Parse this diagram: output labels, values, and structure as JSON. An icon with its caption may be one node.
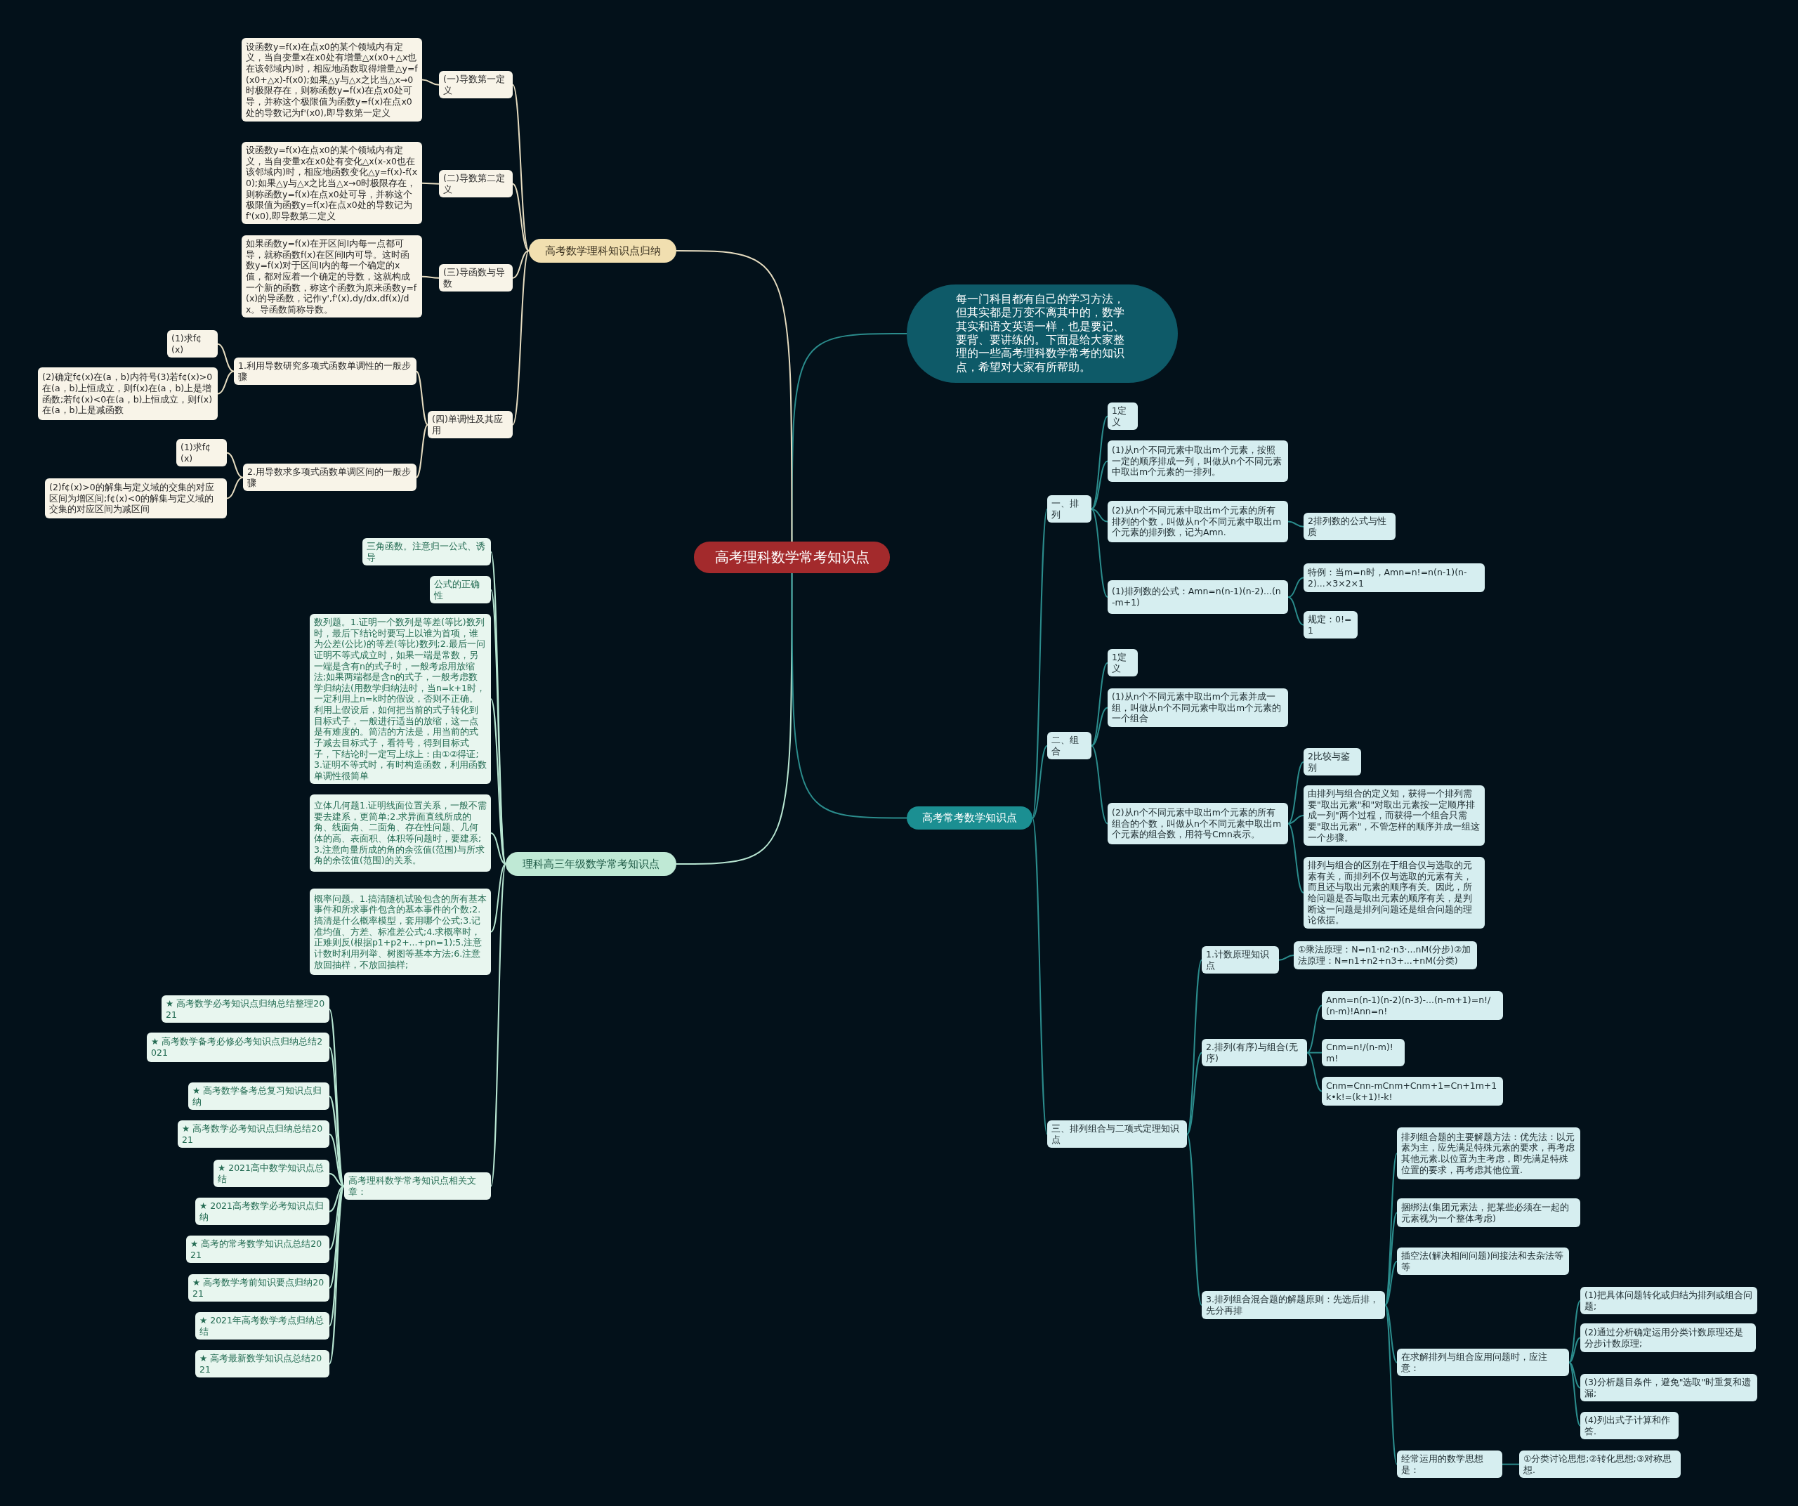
{
  "diagram": {
    "nodes": [
      {
        "text": [
          "高考理科数学常考知识点"
        ]
      },
      {
        "text": [
          "每一门科目都有自己的学习方法，但其实都是万变不离其中的，数学其实和语文英语一样，也是要记、要背、要讲练的。下面是给大家整理的一些高考理科数学常考的知识点，希望对大家有所帮助。"
        ]
      },
      {
        "text": [
          "高考数学理科知识点归纳"
        ]
      },
      {
        "text": [
          "(一)导数第一定义"
        ]
      },
      {
        "text": [
          "设函数y=f(x)在点x0的某个领域内有定义，当自变量x在x0处有增量△x(x0+△x也在该邻域内)时，相应地函数取得增量△y=f(x0+△x)-f(x0);如果△y与△x之比当△x→0时极限存在，则称函数y=f(x)在点x0处可导，并称这个极限值为函数y=f(x)在点x0处的导数记为f'(x0),即导数第一定义"
        ]
      },
      {
        "text": [
          "(二)导数第二定义"
        ]
      },
      {
        "text": [
          "设函数y=f(x)在点x0的某个领域内有定义，当自变量x在x0处有变化△x(x-x0也在该邻域内)时，相应地函数变化△y=f(x)-f(x0);如果△y与△x之比当△x→0时极限存在，则称函数y=f(x)在点x0处可导，并称这个极限值为函数y=f(x)在点x0处的导数记为f'(x0),即导数第二定义"
        ]
      },
      {
        "text": [
          "(三)导函数与导数"
        ]
      },
      {
        "text": [
          "如果函数y=f(x)在开区间I内每一点都可导，就称函数f(x)在区间I内可导。这时函数y=f(x)对于区间I内的每一个确定的x值，都对应着一个确定的导数，这就构成一个新的函数，称这个函数为原来函数y=f(x)的导函数，记作y',f'(x),dy/dx,df(x)/dx。导函数简称导数。"
        ]
      },
      {
        "text": [
          "(四)单调性及其应用"
        ]
      },
      {
        "text": [
          "1.利用导数研究多项式函数单调性的一般步骤"
        ]
      },
      {
        "text": [
          "(1)求f¢(x)"
        ]
      },
      {
        "text": [
          "(2)确定f¢(x)在(a，b)内符号(3)若f¢(x)>0在(a，b)上恒成立，则f(x)在(a，b)上是增函数;若f¢(x)<0在(a，b)上恒成立，则f(x)在(a，b)上是减函数"
        ]
      },
      {
        "text": [
          "2.用导数求多项式函数单调区间的一般步骤"
        ]
      },
      {
        "text": [
          "(1)求f¢(x)"
        ]
      },
      {
        "text": [
          "(2)f¢(x)>0的解集与定义域的交集的对应区间为增区间;f¢(x)<0的解集与定义域的交集的对应区间为减区间"
        ]
      },
      {
        "text": [
          "理科高三年级数学常考知识点"
        ]
      },
      {
        "text": [
          "三角函数。注意归一公式、诱导"
        ]
      },
      {
        "text": [
          "公式的正确性"
        ]
      },
      {
        "text": [
          "数列题。1.证明一个数列是等差(等比)数列时，最后下结论时要写上以谁为首项，谁为公差(公比)的等差(等比)数列;2.最后一问证明不等式成立时，如果一端是常数，另一端是含有n的式子时，一般考虑用放缩法;如果两端都是含n的式子，一般考虑数学归纳法(用数学归纳法时，当n=k+1时，一定利用上n=k时的假设，否则不正确。利用上假设后，如何把当前的式子转化到目标式子，一般进行适当的放缩，这一点是有难度的。简洁的方法是，用当前的式子减去目标式子，看符号，得到目标式子，下结论时一定写上综上：由①②得证;3.证明不等式时，有时构造函数，利用函数单调性很简单"
        ]
      },
      {
        "text": [
          "立体几何题1.证明线面位置关系，一般不需要去建系，更简单;2.求异面直线所成的角、线面角、二面角、存在性问题、几何体的高、表面积、体积等问题时，要建系;3.注意向量所成的角的余弦值(范围)与所求角的余弦值(范围)的关系。"
        ]
      },
      {
        "text": [
          "概率问题。1.搞清随机试验包含的所有基本事件和所求事件包含的基本事件的个数;2.搞清是什么概率模型，套用哪个公式;3.记准均值、方差、标准差公式;4.求概率时，正难则反(根据p1+p2+...+pn=1);5.注意计数时利用列举、树图等基本方法;6.注意放回抽样，不放回抽样;"
        ]
      },
      {
        "text": [
          "高考理科数学常考知识点相关文章："
        ]
      },
      {
        "text": [
          "★ 高考数学必考知识点归纳总结整理2021"
        ]
      },
      {
        "text": [
          "★ 高考数学备考必修必考知识点归纳总结2021"
        ]
      },
      {
        "text": [
          "★ 高考数学备考总复习知识点归纳"
        ]
      },
      {
        "text": [
          "★ 高考数学必考知识点归纳总结2021"
        ]
      },
      {
        "text": [
          "★ 2021高中数学知识点总结"
        ]
      },
      {
        "text": [
          "★ 2021高考数学必考知识点归纳"
        ]
      },
      {
        "text": [
          "★ 高考的常考数学知识点总结2021"
        ]
      },
      {
        "text": [
          "★ 高考数学考前知识要点归纳2021"
        ]
      },
      {
        "text": [
          "★ 2021年高考数学考点归纳总结"
        ]
      },
      {
        "text": [
          "★ 高考最新数学知识点总结2021"
        ]
      },
      {
        "text": [
          "高考常考数学知识点"
        ]
      },
      {
        "text": [
          "一、排列"
        ]
      },
      {
        "text": [
          "1定义"
        ]
      },
      {
        "text": [
          "(1)从n个不同元素中取出m个元素，按照一定的顺序排成一列，叫做从n个不同元素中取出m个元素的一排列。"
        ]
      },
      {
        "text": [
          "(2)从n个不同元素中取出m个元素的所有排列的个数，叫做从n个不同元素中取出m个元素的排列数，记为Amn."
        ]
      },
      {
        "text": [
          "2排列数的公式与性质"
        ]
      },
      {
        "text": [
          "(1)排列数的公式：Amn=n(n-1)(n-2)...(n-m+1)"
        ]
      },
      {
        "text": [
          "特例：当m=n时，Amn=n!=n(n-1)(n-2)...×3×2×1"
        ]
      },
      {
        "text": [
          "规定：0!=1"
        ]
      },
      {
        "text": [
          "二、组合"
        ]
      },
      {
        "text": [
          "1定义"
        ]
      },
      {
        "text": [
          "(1)从n个不同元素中取出m个元素并成一组，叫做从n个不同元素中取出m个元素的一个组合"
        ]
      },
      {
        "text": [
          "(2)从n个不同元素中取出m个元素的所有组合的个数，叫做从n个不同元素中取出m个元素的组合数，用符号Cmn表示。"
        ]
      },
      {
        "text": [
          "2比较与鉴别"
        ]
      },
      {
        "text": [
          "由排列与组合的定义知，获得一个排列需要\"取出元素\"和\"对取出元素按一定顺序排成一列\"两个过程，而获得一个组合只需要\"取出元素\"，不管怎样的顺序并成一组这一个步骤。"
        ]
      },
      {
        "text": [
          "排列与组合的区别在于组合仅与选取的元素有关，而排列不仅与选取的元素有关，而且还与取出元素的顺序有关。因此，所给问题是否与取出元素的顺序有关，是判断这一问题是排列问题还是组合问题的理论依据。"
        ]
      },
      {
        "text": [
          "三、排列组合与二项式定理知识点"
        ]
      },
      {
        "text": [
          "1.计数原理知识点"
        ]
      },
      {
        "text": [
          "①乘法原理：N=n1·n2·n3·...nM(分步)②加法原理：N=n1+n2+n3+...+nM(分类)"
        ]
      },
      {
        "text": [
          "2.排列(有序)与组合(无序)"
        ]
      },
      {
        "text": [
          "Anm=n(n-1)(n-2)(n-3)-...(n-m+1)=n!/(n-m)!Ann=n!"
        ]
      },
      {
        "text": [
          "Cnm=n!/(n-m)!m!"
        ]
      },
      {
        "text": [
          "Cnm=Cnn-mCnm+Cnm+1=Cn+1m+1k•k!=(k+1)!-k!"
        ]
      },
      {
        "text": [
          "3.排列组合混合题的解题原则：先选后排，先分再排"
        ]
      },
      {
        "text": [
          "排列组合题的主要解题方法：优先法：以元素为主，应先满足特殊元素的要求，再考虑其他元素.以位置为主考虑，即先满足特殊位置的要求，再考虑其他位置."
        ]
      },
      {
        "text": [
          "捆绑法(集团元素法，把某些必须在一起的元素视为一个整体考虑)"
        ]
      },
      {
        "text": [
          "插空法(解决相间问题)间接法和去杂法等等"
        ]
      },
      {
        "text": [
          "在求解排列与组合应用问题时，应注意："
        ]
      },
      {
        "text": [
          "(1)把具体问题转化或归结为排列或组合问题;"
        ]
      },
      {
        "text": [
          "(2)通过分析确定运用分类计数原理还是分步计数原理;"
        ]
      },
      {
        "text": [
          "(3)分析题目条件，避免\"选取\"时重复和遗漏;"
        ]
      },
      {
        "text": [
          "(4)列出式子计算和作答."
        ]
      },
      {
        "text": [
          "经常运用的数学思想是："
        ]
      },
      {
        "text": [
          "①分类讨论思想;②转化思想;③对称思想."
        ]
      }
    ],
    "edges": [
      {
        "from": 0,
        "to": 1,
        "arrow": "none"
      },
      {
        "from": 0,
        "to": 2,
        "arrow": "none",
        "color": "#e6dcc0"
      },
      {
        "from": 2,
        "to": 3,
        "arrow": "none",
        "color": "#e6dcc0"
      },
      {
        "from": 3,
        "to": 4,
        "arrow": "none",
        "color": "#e6dcc0"
      },
      {
        "from": 2,
        "to": 5,
        "arrow": "none",
        "color": "#e6dcc0"
      },
      {
        "from": 5,
        "to": 6,
        "arrow": "none",
        "color": "#e6dcc0"
      },
      {
        "from": 2,
        "to": 7,
        "arrow": "none",
        "color": "#e6dcc0"
      },
      {
        "from": 7,
        "to": 8,
        "arrow": "none",
        "color": "#e6dcc0"
      },
      {
        "from": 2,
        "to": 9,
        "arrow": "none",
        "color": "#e6dcc0"
      },
      {
        "from": 9,
        "to": 10,
        "arrow": "none",
        "color": "#e6dcc0"
      },
      {
        "from": 10,
        "to": 11,
        "arrow": "none",
        "color": "#e6dcc0"
      },
      {
        "from": 10,
        "to": 12,
        "arrow": "none",
        "color": "#e6dcc0"
      },
      {
        "from": 9,
        "to": 13,
        "arrow": "none",
        "color": "#e6dcc0"
      },
      {
        "from": 13,
        "to": 14,
        "arrow": "none",
        "color": "#e6dcc0"
      },
      {
        "from": 13,
        "to": 15,
        "arrow": "none",
        "color": "#e6dcc0"
      },
      {
        "from": 0,
        "to": 16,
        "arrow": "none",
        "color": "#b8e6d2"
      },
      {
        "from": 16,
        "to": 17,
        "arrow": "none",
        "color": "#b8e6d2"
      },
      {
        "from": 16,
        "to": 18,
        "arrow": "none",
        "color": "#b8e6d2"
      },
      {
        "from": 16,
        "to": 19,
        "arrow": "none",
        "color": "#b8e6d2"
      },
      {
        "from": 16,
        "to": 20,
        "arrow": "none",
        "color": "#b8e6d2"
      },
      {
        "from": 16,
        "to": 21,
        "arrow": "none",
        "color": "#b8e6d2"
      },
      {
        "from": 16,
        "to": 22,
        "arrow": "none",
        "color": "#b8e6d2"
      },
      {
        "from": 22,
        "to": 23,
        "arrow": "none",
        "color": "#b8e6d2"
      },
      {
        "from": 22,
        "to": 24,
        "arrow": "none",
        "color": "#b8e6d2"
      },
      {
        "from": 22,
        "to": 25,
        "arrow": "none",
        "color": "#b8e6d2"
      },
      {
        "from": 22,
        "to": 26,
        "arrow": "none",
        "color": "#b8e6d2"
      },
      {
        "from": 22,
        "to": 27,
        "arrow": "none",
        "color": "#b8e6d2"
      },
      {
        "from": 22,
        "to": 28,
        "arrow": "none",
        "color": "#b8e6d2"
      },
      {
        "from": 22,
        "to": 29,
        "arrow": "none",
        "color": "#b8e6d2"
      },
      {
        "from": 22,
        "to": 30,
        "arrow": "none",
        "color": "#b8e6d2"
      },
      {
        "from": 22,
        "to": 31,
        "arrow": "none",
        "color": "#b8e6d2"
      },
      {
        "from": 22,
        "to": 32,
        "arrow": "none",
        "color": "#b8e6d2"
      },
      {
        "from": 0,
        "to": 33,
        "arrow": "none"
      },
      {
        "from": 33,
        "to": 34,
        "arrow": "none"
      },
      {
        "from": 34,
        "to": 35,
        "arrow": "none"
      },
      {
        "from": 34,
        "to": 36,
        "arrow": "none"
      },
      {
        "from": 34,
        "to": 37,
        "arrow": "none"
      },
      {
        "from": 37,
        "to": 38,
        "arrow": "none"
      },
      {
        "from": 34,
        "to": 39,
        "arrow": "none"
      },
      {
        "from": 39,
        "to": 40,
        "arrow": "none"
      },
      {
        "from": 39,
        "to": 41,
        "arrow": "none"
      },
      {
        "from": 33,
        "to": 42,
        "arrow": "none"
      },
      {
        "from": 42,
        "to": 43,
        "arrow": "none"
      },
      {
        "from": 42,
        "to": 44,
        "arrow": "none"
      },
      {
        "from": 42,
        "to": 45,
        "arrow": "none"
      },
      {
        "from": 45,
        "to": 46,
        "arrow": "none"
      },
      {
        "from": 45,
        "to": 47,
        "arrow": "none"
      },
      {
        "from": 45,
        "to": 48,
        "arrow": "none"
      },
      {
        "from": 33,
        "to": 49,
        "arrow": "none"
      },
      {
        "from": 49,
        "to": 50,
        "arrow": "none"
      },
      {
        "from": 50,
        "to": 51,
        "arrow": "none"
      },
      {
        "from": 49,
        "to": 52,
        "arrow": "none"
      },
      {
        "from": 52,
        "to": 53,
        "arrow": "none"
      },
      {
        "from": 52,
        "to": 54,
        "arrow": "none"
      },
      {
        "from": 52,
        "to": 55,
        "arrow": "none"
      },
      {
        "from": 49,
        "to": 56,
        "arrow": "none"
      },
      {
        "from": 56,
        "to": 57,
        "arrow": "none"
      },
      {
        "from": 56,
        "to": 58,
        "arrow": "none"
      },
      {
        "from": 56,
        "to": 59,
        "arrow": "none"
      },
      {
        "from": 56,
        "to": 60,
        "arrow": "none"
      },
      {
        "from": 60,
        "to": 61,
        "arrow": "none"
      },
      {
        "from": 60,
        "to": 62,
        "arrow": "none"
      },
      {
        "from": 60,
        "to": 63,
        "arrow": "none"
      },
      {
        "from": 60,
        "to": 64,
        "arrow": "none"
      },
      {
        "from": 56,
        "to": 65,
        "arrow": "none"
      },
      {
        "from": 65,
        "to": 66,
        "arrow": "none"
      }
    ]
  }
}
